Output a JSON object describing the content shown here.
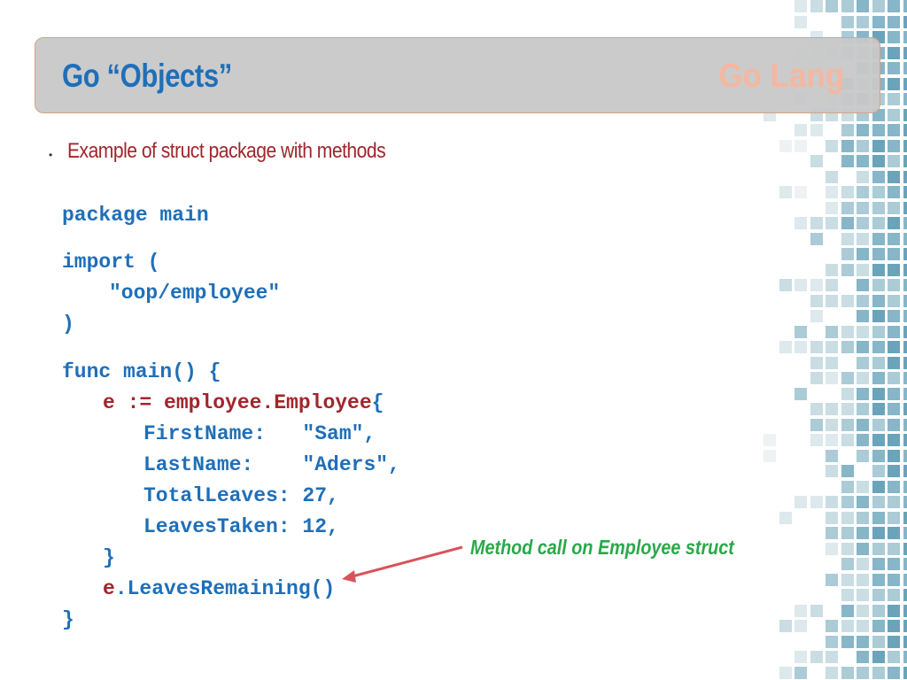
{
  "header": {
    "title": "Go “Objects”",
    "brand": "Go Lang"
  },
  "bullet": {
    "text": "Example of struct package with methods"
  },
  "code": {
    "package_line": "package main",
    "import_open": "import (",
    "import_path": "\"oop/employee\"",
    "import_close": ")",
    "func_open": "func main() {",
    "assign_lhs": "e := employee.Employee",
    "assign_brace": "{",
    "field_firstname": "FirstName:   \"Sam\",",
    "field_lastname": "LastName:    \"Aders\",",
    "field_totalleaves": "TotalLeaves: 27,",
    "field_leavestaken": "LeavesTaken: 12,",
    "struct_close": "}",
    "call_receiver": "e",
    "call_method": ".LeavesRemaining()",
    "func_close": "}"
  },
  "annotation": {
    "text": "Method call on Employee struct"
  },
  "colors": {
    "title_blue": "#1f6fb8",
    "code_blue": "#1f6fb8",
    "code_red": "#a0262b",
    "annotation_green": "#2aa84a",
    "arrow_red": "#d9535b",
    "brand_peach": "#f4b7a0"
  }
}
